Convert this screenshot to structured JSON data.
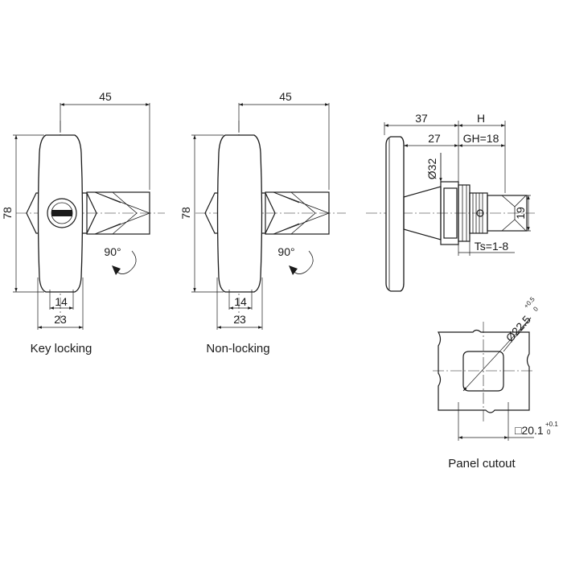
{
  "views": {
    "key_locking": {
      "caption": "Key locking",
      "width_top": "45",
      "height": "78",
      "rotation": "90°",
      "inner_width": "14",
      "outer_width": "23"
    },
    "non_locking": {
      "caption": "Non-locking",
      "width_top": "45",
      "height": "78",
      "rotation": "90°",
      "inner_width": "14",
      "outer_width": "23"
    },
    "side": {
      "overall_length": "37",
      "h_label": "H",
      "body_length": "27",
      "gh": "GH=18",
      "diameter": "Ø32",
      "thread_height": "19",
      "ts": "Ts=1-8"
    },
    "cutout": {
      "caption": "Panel cutout",
      "diameter": "Ø22.5",
      "diameter_tol_upper": "+0.5",
      "diameter_tol_lower": "0",
      "square": "□20.1",
      "square_tol_upper": "+0.1",
      "square_tol_lower": "0"
    }
  }
}
